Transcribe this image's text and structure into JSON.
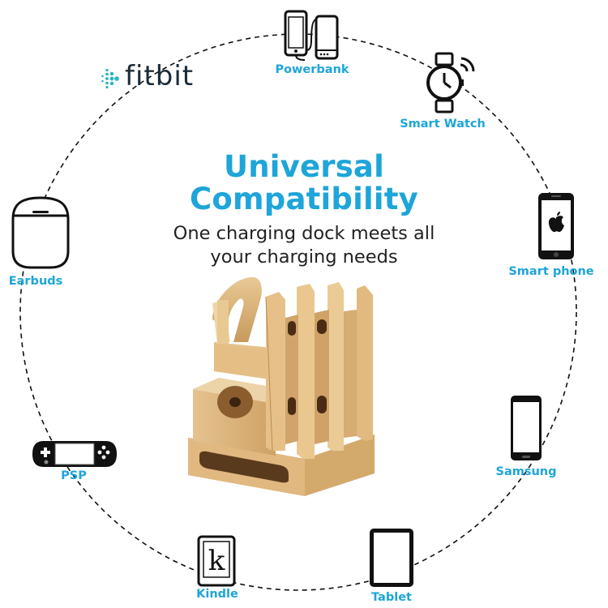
{
  "theme": {
    "accent": "#1ea5d9",
    "ink": "#111111",
    "wood": "#d9b077"
  },
  "headline": {
    "line1": "Universal",
    "line2": "Compatibility"
  },
  "subheadline": {
    "line1": "One charging dock meets all",
    "line2": "your charging needs"
  },
  "brand": {
    "name": "fitbit",
    "icon": "fitbit-dots-icon"
  },
  "devices": [
    {
      "label": "Powerbank",
      "icon": "powerbank-icon"
    },
    {
      "label": "Smart Watch",
      "icon": "smartwatch-icon"
    },
    {
      "label": "Smart phone",
      "icon": "apple-phone-icon"
    },
    {
      "label": "Samsung",
      "icon": "samsung-phone-icon"
    },
    {
      "label": "Tablet",
      "icon": "tablet-icon"
    },
    {
      "label": "Kindle",
      "icon": "kindle-icon"
    },
    {
      "label": "PSP",
      "icon": "psp-icon"
    },
    {
      "label": "Earbuds",
      "icon": "earbuds-case-icon"
    }
  ],
  "kindle_glyph": "k",
  "product": {
    "icon": "bamboo-charging-dock-image"
  }
}
